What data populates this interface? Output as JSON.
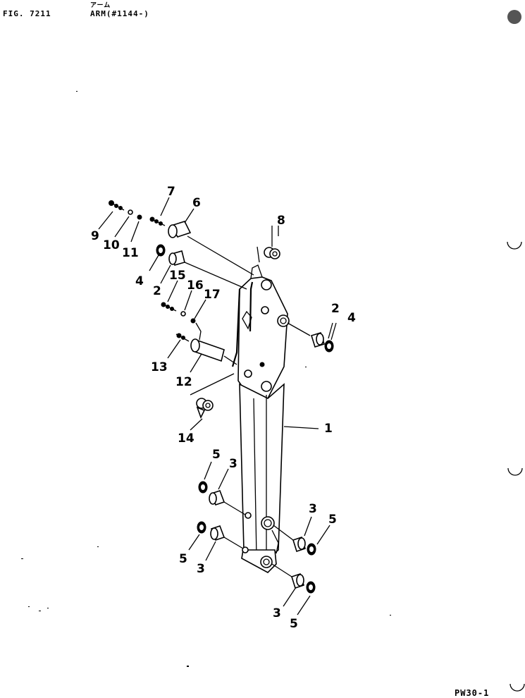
{
  "header": {
    "fig_label": "FIG. 7211",
    "japanese_title": "アーム",
    "title": "ARM(#1144-)",
    "footer_code": "PW30-1"
  },
  "callouts": [
    "1",
    "2",
    "2",
    "3",
    "3",
    "3",
    "3",
    "4",
    "4",
    "5",
    "5",
    "5",
    "5",
    "6",
    "7",
    "8",
    "9",
    "10",
    "11",
    "12",
    "13",
    "14",
    "15",
    "16",
    "17"
  ],
  "icons": [
    "punch-hole-icon",
    "ink-blot-icon"
  ]
}
